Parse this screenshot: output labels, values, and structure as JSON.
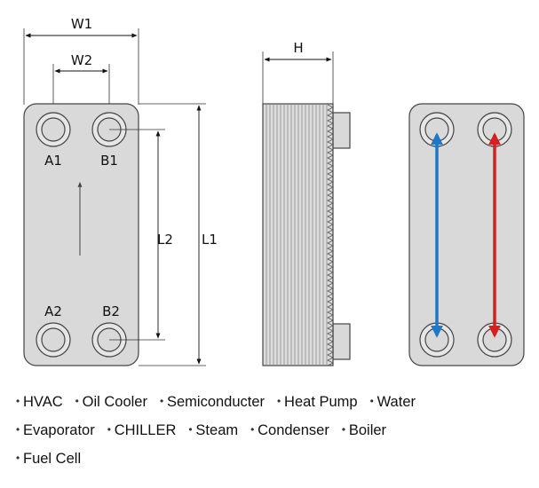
{
  "diagram": {
    "dimensions": {
      "w1": "W1",
      "w2": "W2",
      "h": "H",
      "l1": "L1",
      "l2": "L2"
    },
    "ports": {
      "a1": "A1",
      "b1": "B1",
      "a2": "A2",
      "b2": "B2"
    },
    "colors": {
      "plate_fill": "#d9d9d9",
      "plate_stroke": "#444444",
      "cold_flow": "#1f77c8",
      "hot_flow": "#d62020"
    }
  },
  "applications": [
    [
      "HVAC",
      "Oil Cooler",
      "Semiconducter",
      "Heat Pump",
      "Water"
    ],
    [
      "Evaporator",
      "CHILLER",
      "Steam",
      "Condenser",
      "Boiler"
    ],
    [
      "Fuel Cell"
    ]
  ]
}
